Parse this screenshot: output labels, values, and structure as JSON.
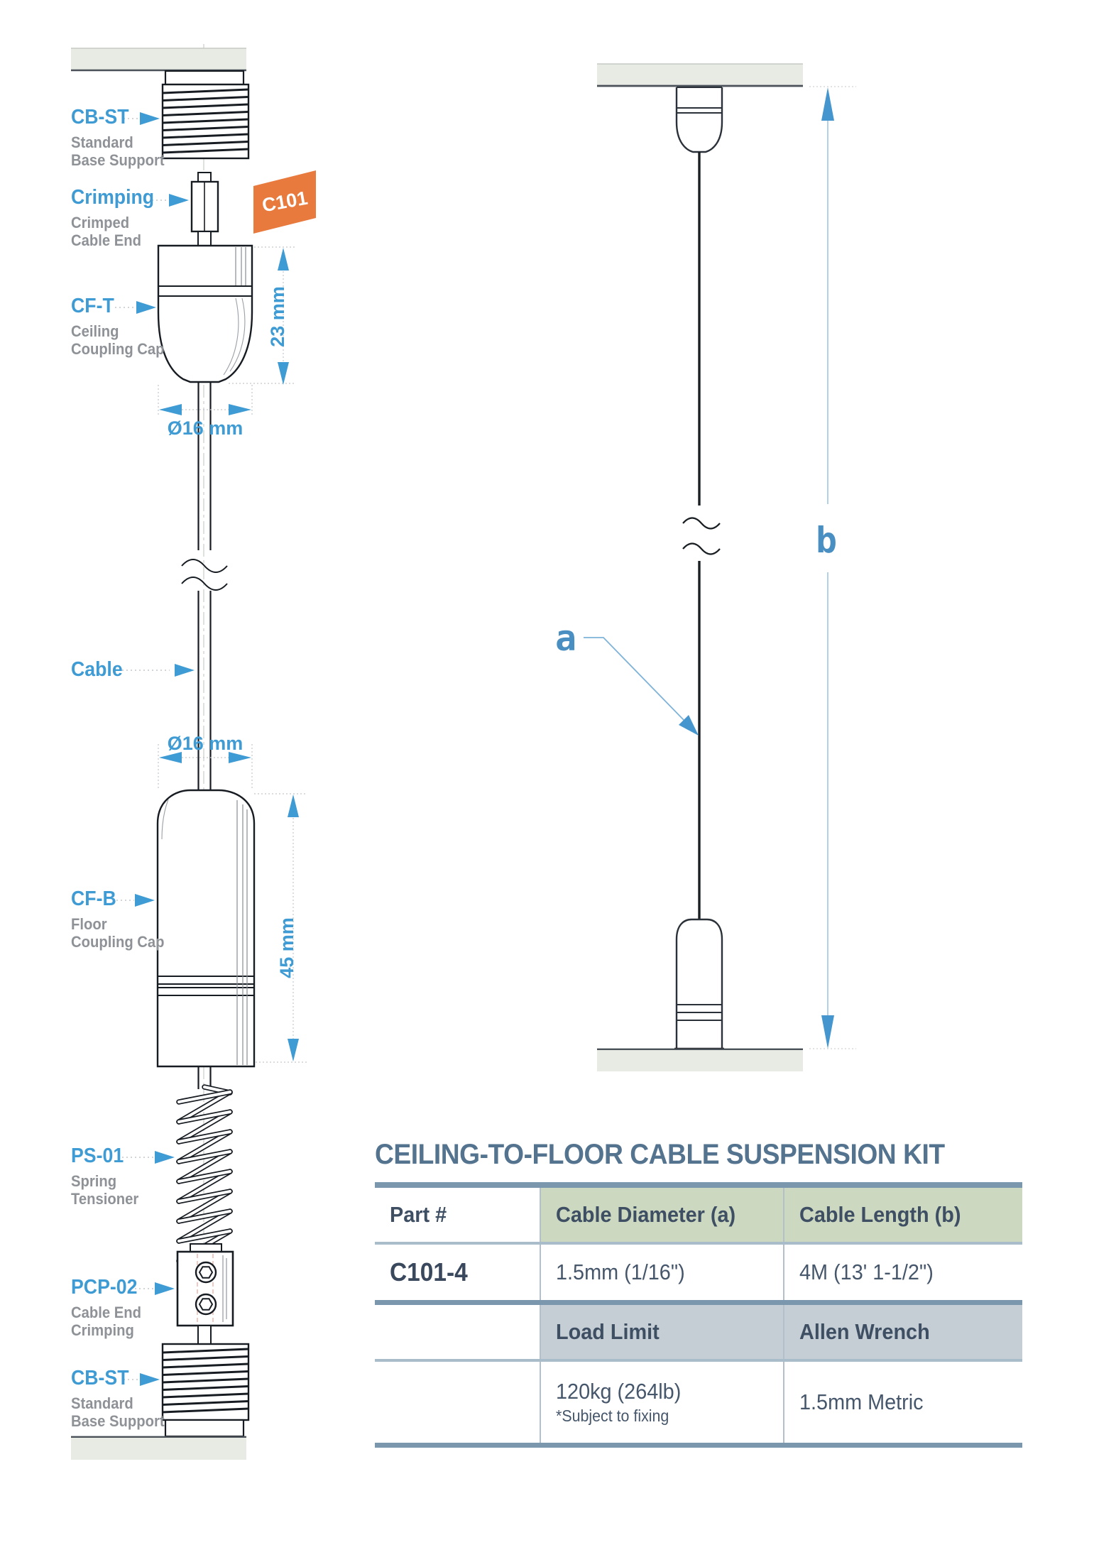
{
  "badge": {
    "label": "C101",
    "color": "#e87a3e"
  },
  "parts": [
    {
      "id": "CB-ST",
      "desc1": "Standard",
      "desc2": "Base Support"
    },
    {
      "id": "Crimping",
      "desc1": "Crimped",
      "desc2": "Cable End"
    },
    {
      "id": "CF-T",
      "desc1": "Ceiling",
      "desc2": "Coupling Cap"
    },
    {
      "id": "Cable",
      "desc1": "",
      "desc2": ""
    },
    {
      "id": "CF-B",
      "desc1": "Floor",
      "desc2": "Coupling Cap"
    },
    {
      "id": "PS-01",
      "desc1": "Spring",
      "desc2": "Tensioner"
    },
    {
      "id": "PCP-02",
      "desc1": "Cable End",
      "desc2": "Crimping"
    },
    {
      "id": "CB-ST",
      "desc1": "Standard",
      "desc2": "Base Support"
    }
  ],
  "dims": {
    "cap_height_top": "23 mm",
    "cap_dia_top": "Ø16 mm",
    "cap_dia_bottom": "Ø16 mm",
    "cap_height_bottom": "45 mm",
    "marker_a": "a",
    "marker_b": "b"
  },
  "spec_table": {
    "title": "CEILING-TO-FLOOR CABLE SUSPENSION KIT",
    "col1_header": "Part #",
    "part_number": "C101-4",
    "headers1": [
      "Cable Diameter (a)",
      "Cable Length (b)"
    ],
    "values1": [
      "1.5mm (1/16\")",
      "4M (13' 1-1/2\")"
    ],
    "headers2": [
      "Load Limit",
      "Allen Wrench"
    ],
    "values2": [
      "120kg (264lb)",
      "1.5mm Metric"
    ],
    "footnote": "*Subject to fixing"
  },
  "colors": {
    "label_blue": "#3f9bd3",
    "marker_blue": "#4a8fc2",
    "title_slate": "#54738e",
    "steel_bar": "#7b97ad",
    "header_green": "#ccd8c0",
    "header_gray": "#c5ced4",
    "badge_orange": "#e87a3e"
  }
}
